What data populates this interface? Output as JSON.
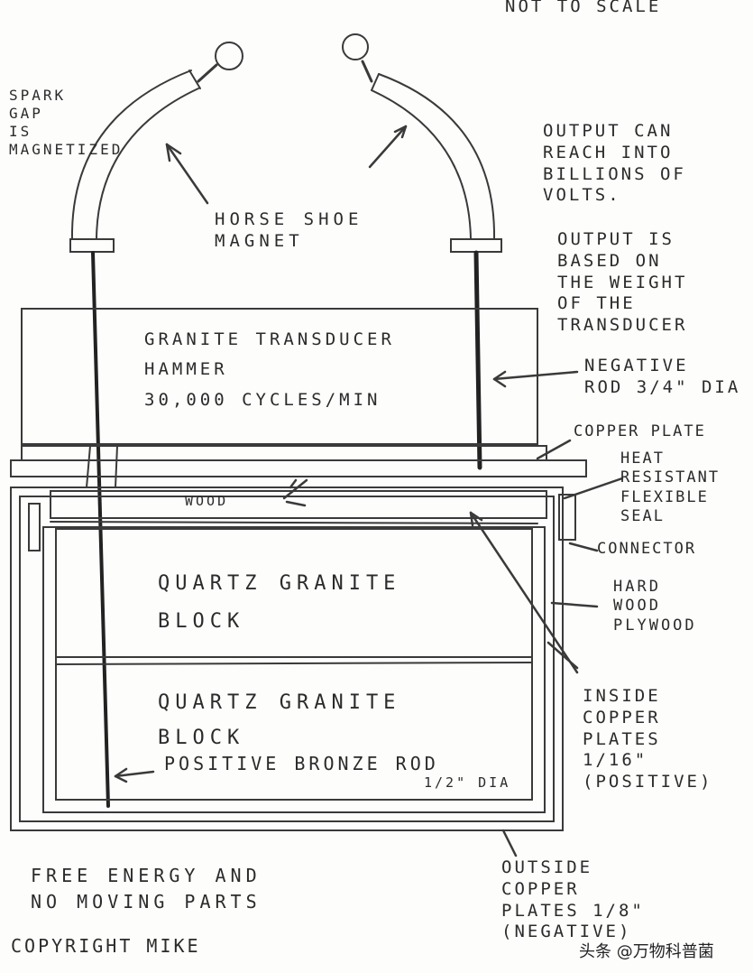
{
  "labels": {
    "not_to_scale": "NOT TO SCALE",
    "spark_gap": "SPARK\nGAP\nIS\nMAGNETIZED",
    "horse_shoe": "HORSE SHOE\nMAGNET",
    "output_reach": "OUTPUT CAN\nREACH INTO\nBILLIONS OF\nVOLTS.",
    "output_based": "OUTPUT IS\nBASED ON\nTHE WEIGHT\nOF THE\nTRANSDUCER",
    "granite_hammer": "GRANITE TRANSDUCER\nHAMMER\n30,000 CYCLES/MIN",
    "negative_rod": "NEGATIVE\nROD 3/4\" DIA",
    "copper_plate": "COPPER PLATE",
    "heat_seal": "HEAT\nRESISTANT\nFLEXIBLE\nSEAL",
    "wood": "WOOD",
    "connector": "CONNECTOR",
    "block1": "QUARTZ GRANITE\nBLOCK",
    "hardwood": "HARD\nWOOD\nPLYWOOD",
    "block2": "QUARTZ GRANITE\nBLOCK",
    "positive_rod": "POSITIVE BRONZE ROD",
    "half_dia": "1/2\" DIA",
    "inside_plates": "INSIDE\nCOPPER\nPLATES\n1/16\"\n(POSITIVE)",
    "free_energy": "FREE ENERGY AND\nNO MOVING PARTS",
    "outside_plates": "OUTSIDE\nCOPPER\nPLATES 1/8\"\n(NEGATIVE)",
    "copyright": "COPYRIGHT MIKE",
    "watermark": "头条 @万物科普菌"
  }
}
